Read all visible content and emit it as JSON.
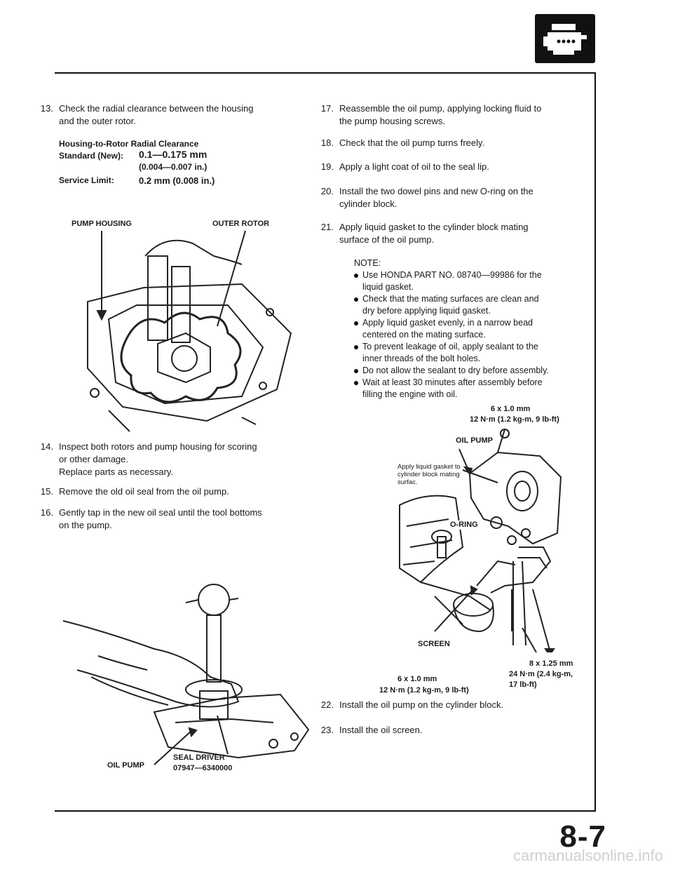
{
  "page_number": "8-7",
  "watermark": "carmanualsonline.info",
  "left": {
    "step13": {
      "num": "13.",
      "line1": "Check the radial clearance between the housing",
      "line2": "and the outer rotor."
    },
    "spec_title": "Housing-to-Rotor Radial Clearance",
    "spec_standard_label": "Standard (New):",
    "spec_standard_value": "0.1—0.175 mm",
    "spec_standard_in": "(0.004—0.007 in.)",
    "spec_service_label": "Service Limit:",
    "spec_service_value": "0.2 mm (0.008 in.)",
    "fig1_label_housing": "PUMP HOUSING",
    "fig1_label_rotor": "OUTER ROTOR",
    "step14": {
      "num": "14.",
      "line1": "Inspect both rotors and pump housing for scoring",
      "line2": "or other damage.",
      "line3": "Replace parts as necessary."
    },
    "step15": {
      "num": "15.",
      "line1": "Remove the old oil seal from the oil pump."
    },
    "step16": {
      "num": "16.",
      "line1": "Gently tap in the new oil seal until the tool bottoms",
      "line2": "on the pump."
    },
    "fig2_label_pump": "OIL PUMP",
    "fig2_label_driver": "SEAL DRIVER",
    "fig2_label_part": "07947—6340000"
  },
  "right": {
    "step17": {
      "num": "17.",
      "line1": "Reassemble the oil pump, applying locking fluid to",
      "line2": "the pump housing screws."
    },
    "step18": {
      "num": "18.",
      "line1": "Check that the oil pump turns freely."
    },
    "step19": {
      "num": "19.",
      "line1": "Apply a light coat of oil to the seal lip."
    },
    "step20": {
      "num": "20.",
      "line1": "Install the two dowel pins and new O-ring on the",
      "line2": "cylinder block."
    },
    "step21": {
      "num": "21.",
      "line1": "Apply liquid gasket to the cylinder block mating",
      "line2": "surface of the oil pump."
    },
    "note_title": "NOTE:",
    "notes": [
      [
        "Use HONDA PART NO. 08740—99986 for the",
        "liquid gasket."
      ],
      [
        "Check that the mating surfaces are clean and",
        "dry before applying liquid gasket."
      ],
      [
        "Apply liquid gasket evenly, in a narrow bead",
        "centered on the mating surface."
      ],
      [
        "To prevent leakage of oil, apply sealant to the",
        "inner threads of the bolt holes."
      ],
      [
        "Do not allow the sealant to dry before assembly."
      ],
      [
        "Wait at least 30 minutes after assembly before",
        "filling the engine with oil."
      ]
    ],
    "fig3_bolt_top_size": "6 x 1.0 mm",
    "fig3_bolt_top_torque": "12 N·m (1.2 kg-m, 9 lb-ft)",
    "fig3_label_pump": "OIL PUMP",
    "fig3_apply_1": "Apply liquid gasket to",
    "fig3_apply_2": "cylinder block mating",
    "fig3_apply_3": "surfac.",
    "fig3_label_oring": "O-RING",
    "fig3_label_screen": "SCREEN",
    "fig3_bolt_left_size": "6 x 1.0 mm",
    "fig3_bolt_left_torque": "12 N·m (1.2 kg-m, 9 lb-ft)",
    "fig3_bolt_right_size": "8 x 1.25 mm",
    "fig3_bolt_right_torque1": "24 N·m (2.4 kg-m,",
    "fig3_bolt_right_torque2": "17 lb-ft)",
    "step22": {
      "num": "22.",
      "line1": "Install the oil pump on the cylinder block."
    },
    "step23": {
      "num": "23.",
      "line1": "Install the oil screen."
    }
  }
}
